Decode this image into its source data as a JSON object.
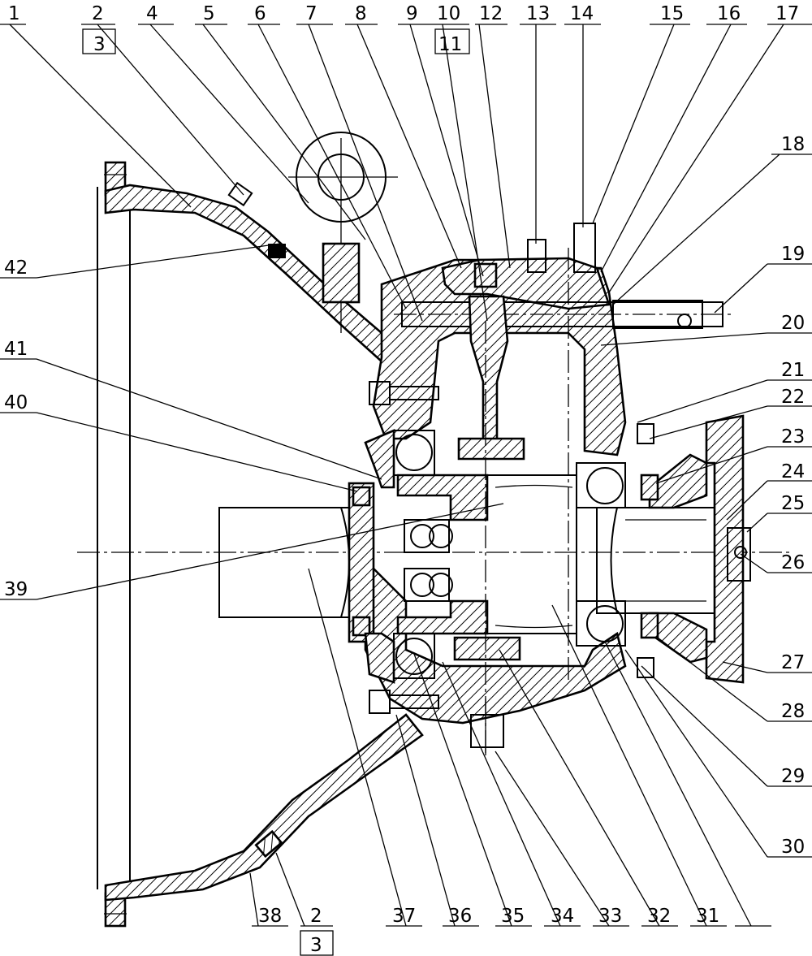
{
  "callouts_top": [
    "1",
    "2",
    "3",
    "4",
    "5",
    "6",
    "7",
    "8",
    "9",
    "10",
    "11",
    "12",
    "13",
    "14",
    "15",
    "16",
    "17"
  ],
  "callouts_right": [
    "18",
    "19",
    "20",
    "21",
    "22",
    "23",
    "24",
    "25",
    "26",
    "27",
    "28",
    "29",
    "30"
  ],
  "callouts_left": [
    "42",
    "41",
    "40",
    "39"
  ],
  "callouts_bottom": [
    "38",
    "2",
    "3",
    "37",
    "36",
    "35",
    "34",
    "33",
    "32",
    "31"
  ]
}
